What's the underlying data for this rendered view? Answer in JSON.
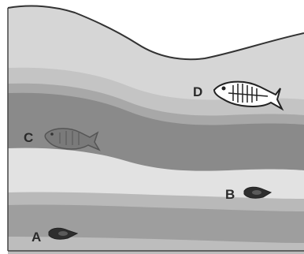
{
  "labels": {
    "a": "A",
    "b": "B",
    "c": "C",
    "d": "D"
  },
  "colors": {
    "background": "#ffffff",
    "top_layer": "#d6d6d6",
    "light_band": "#e6e6e6",
    "mid_band": "#b3b3b3",
    "dark_band": "#8a8a8a",
    "pale_band": "#e2e2e2",
    "bottom_band": "#a0a0a0",
    "outline": "#333333"
  },
  "fossils": [
    {
      "label": "A",
      "type": "fish-fossil",
      "layer": "bottom"
    },
    {
      "label": "B",
      "type": "fish-fossil",
      "layer": "pale"
    },
    {
      "label": "C",
      "type": "fish-fossil",
      "layer": "dark"
    },
    {
      "label": "D",
      "type": "fish-fossil",
      "layer": "top"
    }
  ]
}
